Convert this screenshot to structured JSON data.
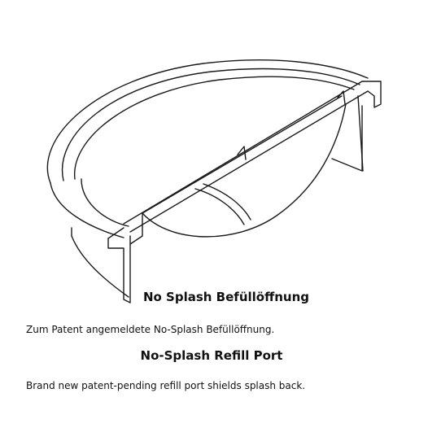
{
  "german": {
    "title": "No Splash Befüllöffnung",
    "caption": "Zum Patent angemeldete No-Splash Befüllöffnung."
  },
  "english": {
    "title": "No-Splash Refill Port",
    "caption": "Brand new patent-pending refill port shields splash back."
  }
}
